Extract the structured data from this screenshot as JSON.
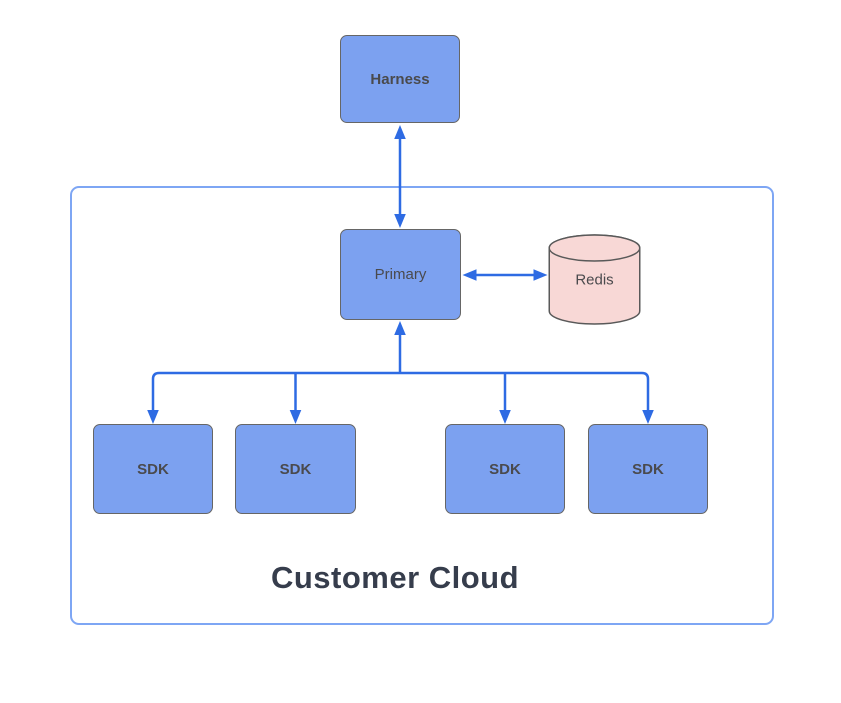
{
  "diagram": {
    "container_label": "Customer Cloud",
    "nodes": {
      "harness": {
        "label": "Harness",
        "shape": "rounded-rectangle"
      },
      "primary": {
        "label": "Primary",
        "shape": "rounded-rectangle"
      },
      "redis": {
        "label": "Redis",
        "shape": "database-cylinder"
      },
      "sdks": [
        {
          "label": "SDK"
        },
        {
          "label": "SDK"
        },
        {
          "label": "SDK"
        },
        {
          "label": "SDK"
        }
      ]
    },
    "edges": [
      {
        "from": "Harness",
        "to": "Primary",
        "direction": "bidirectional"
      },
      {
        "from": "Primary",
        "to": "Redis",
        "direction": "bidirectional"
      },
      {
        "from": "SDK bus",
        "to": "Primary",
        "direction": "up"
      },
      {
        "from": "Primary bus",
        "to": "SDK 1",
        "direction": "down"
      },
      {
        "from": "Primary bus",
        "to": "SDK 2",
        "direction": "down"
      },
      {
        "from": "Primary bus",
        "to": "SDK 3",
        "direction": "down"
      },
      {
        "from": "Primary bus",
        "to": "SDK 4",
        "direction": "down"
      }
    ],
    "colors": {
      "node_fill": "#7CA1F0",
      "node_border": "#666666",
      "redis_fill": "#F8D8D6",
      "redis_border": "#595959",
      "container_border": "#7EA6F4",
      "arrow": "#2E6BE3",
      "label_text": "#4A4A4D",
      "title_text": "#363D4C",
      "canvas_bg": "#FFFFFF"
    }
  }
}
